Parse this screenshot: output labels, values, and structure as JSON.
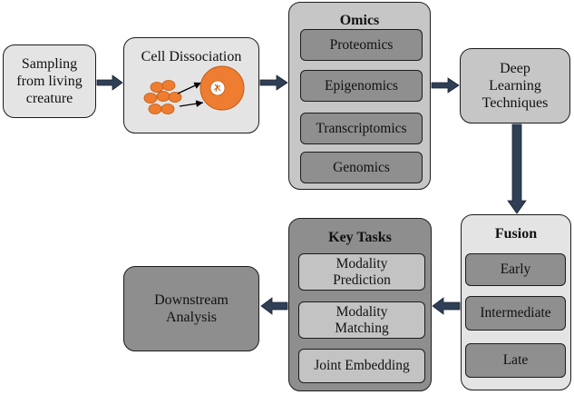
{
  "sampling": {
    "label": "Sampling\nfrom living\ncreature"
  },
  "cell_dissociation": {
    "label": "Cell Dissociation"
  },
  "omics": {
    "title": "Omics",
    "items": [
      "Proteomics",
      "Epigenomics",
      "Transcriptomics",
      "Genomics"
    ]
  },
  "deep_learning": {
    "label": "Deep\nLearning\nTechniques"
  },
  "fusion": {
    "title": "Fusion",
    "items": [
      "Early",
      "Intermediate",
      "Late"
    ]
  },
  "key_tasks": {
    "title": "Key Tasks",
    "items": [
      "Modality\nPrediction",
      "Modality\nMatching",
      "Joint Embedding"
    ]
  },
  "downstream": {
    "label": "Downstream\nAnalysis"
  },
  "colors": {
    "cell_fill": "#ee7d31",
    "cell_stroke": "#c55a11",
    "arrow": "#2f3f55",
    "item_fill": "#8f8f8f"
  }
}
